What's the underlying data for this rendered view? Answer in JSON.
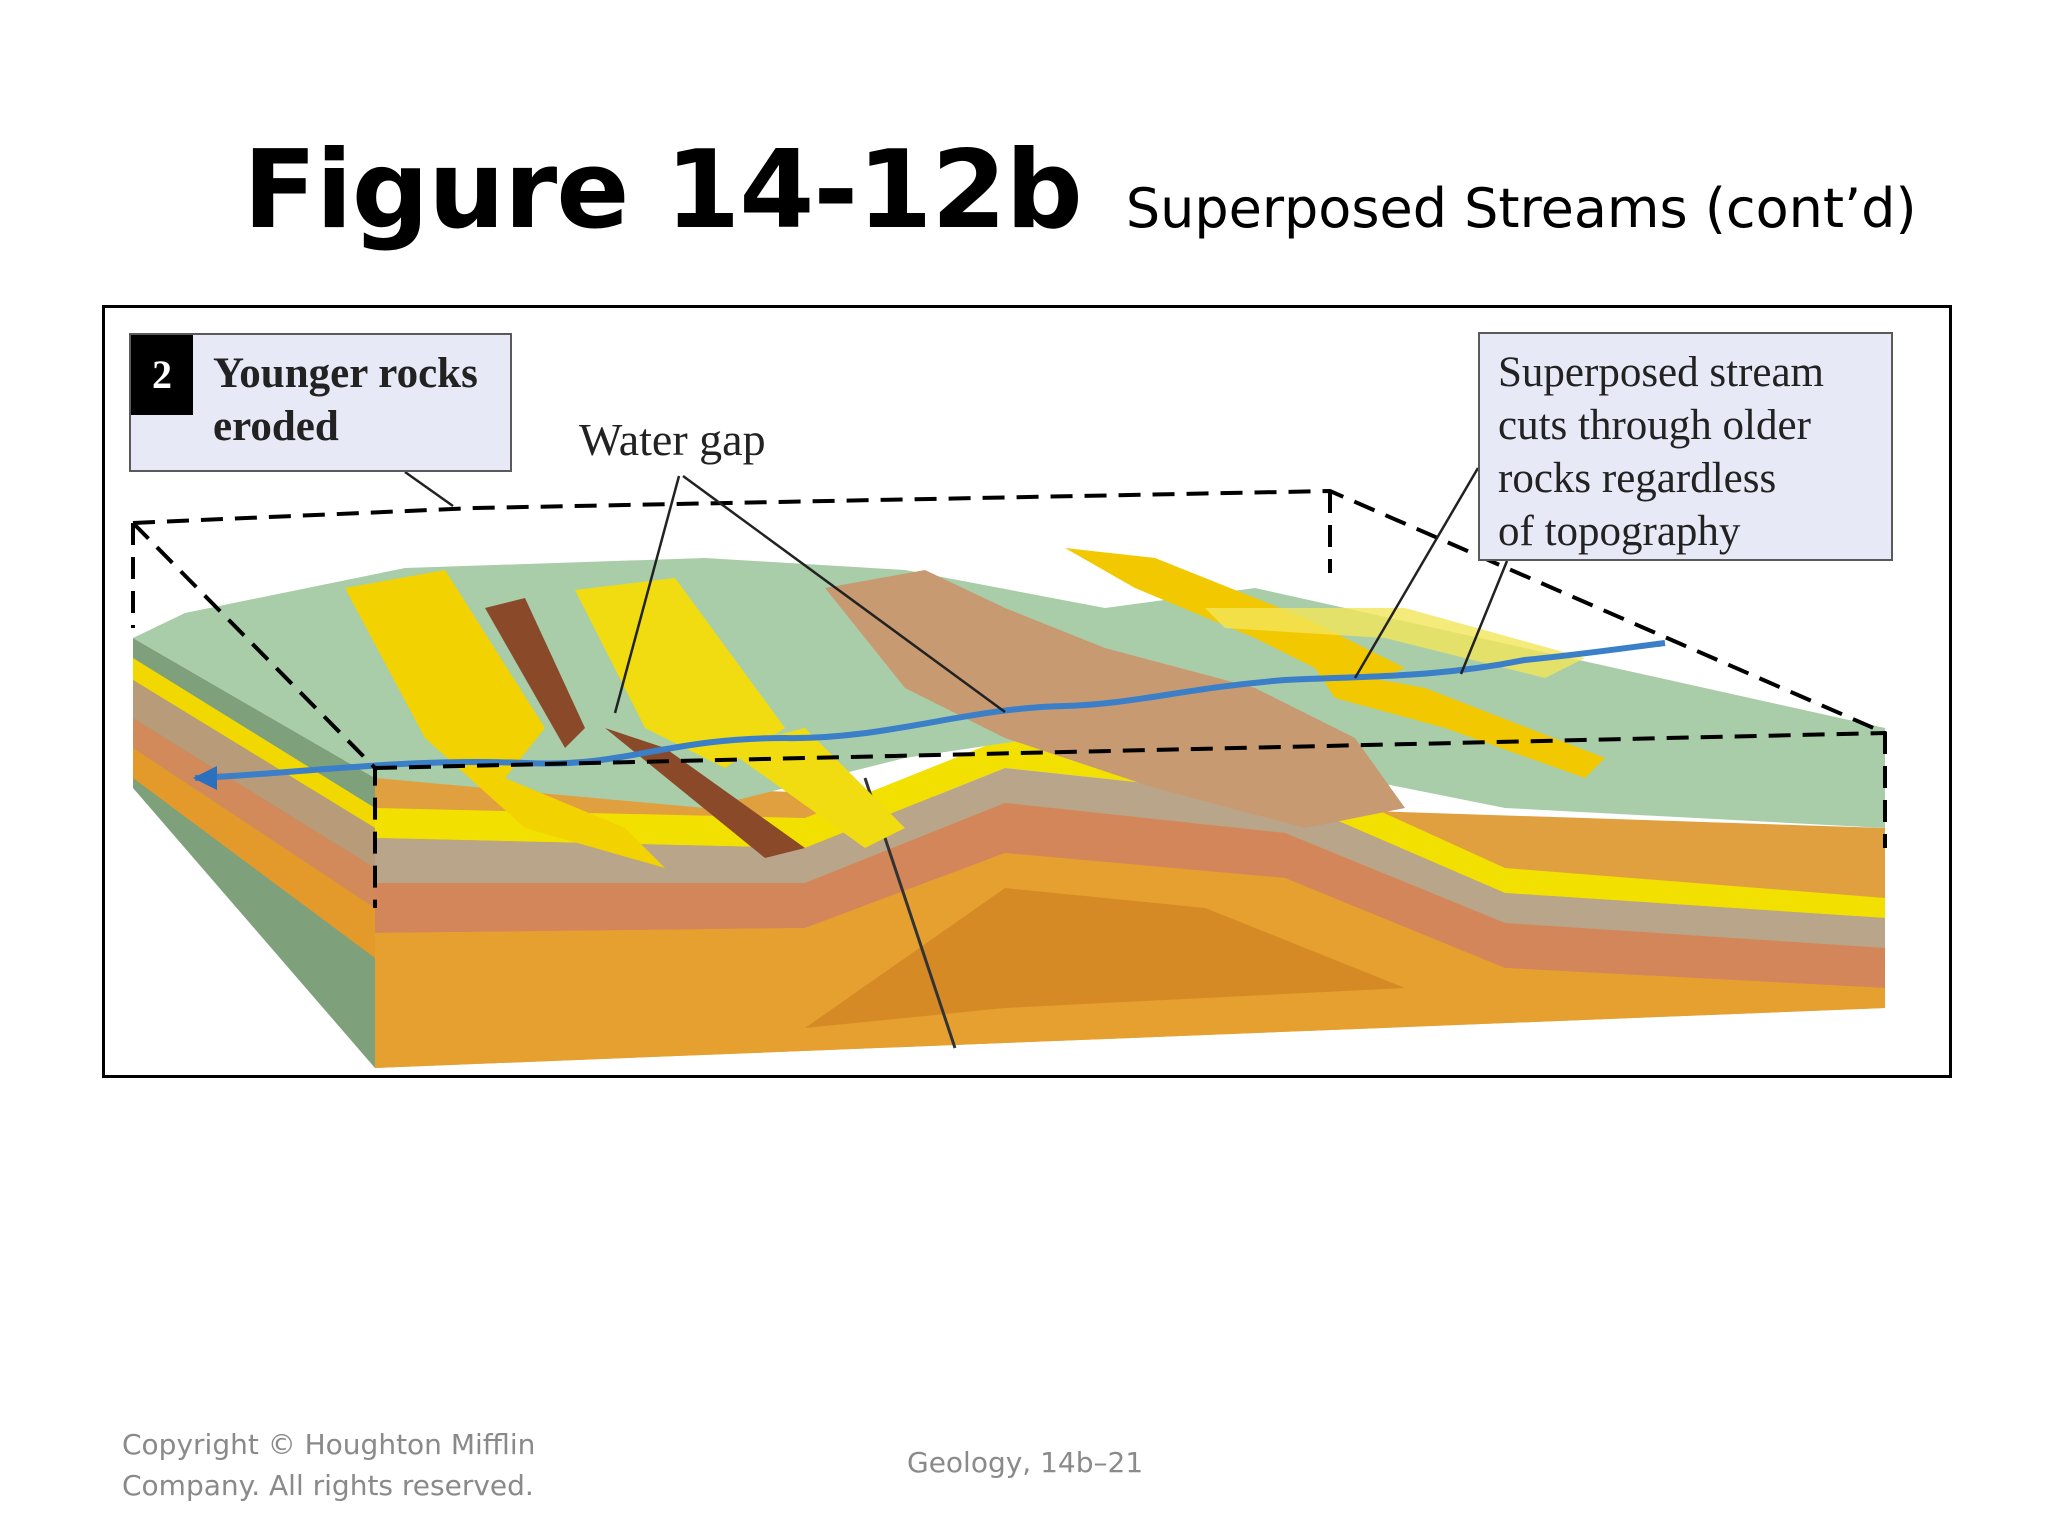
{
  "slide": {
    "title": "Figure 14-12b",
    "subtitle": "Superposed Streams (cont’d)"
  },
  "figure": {
    "step_number": "2",
    "step_label_line1": "Younger rocks",
    "step_label_line2": "eroded",
    "water_gap_label": "Water gap",
    "callout_line1": "Superposed stream",
    "callout_line2": "cuts through older",
    "callout_line3": "rocks regardless",
    "callout_line4": "of topography"
  },
  "footer": {
    "copyright_line1": "Copyright © Houghton Mifflin",
    "copyright_line2": "Company. All rights reserved.",
    "slide_ref": "Geology, 14b–21"
  }
}
